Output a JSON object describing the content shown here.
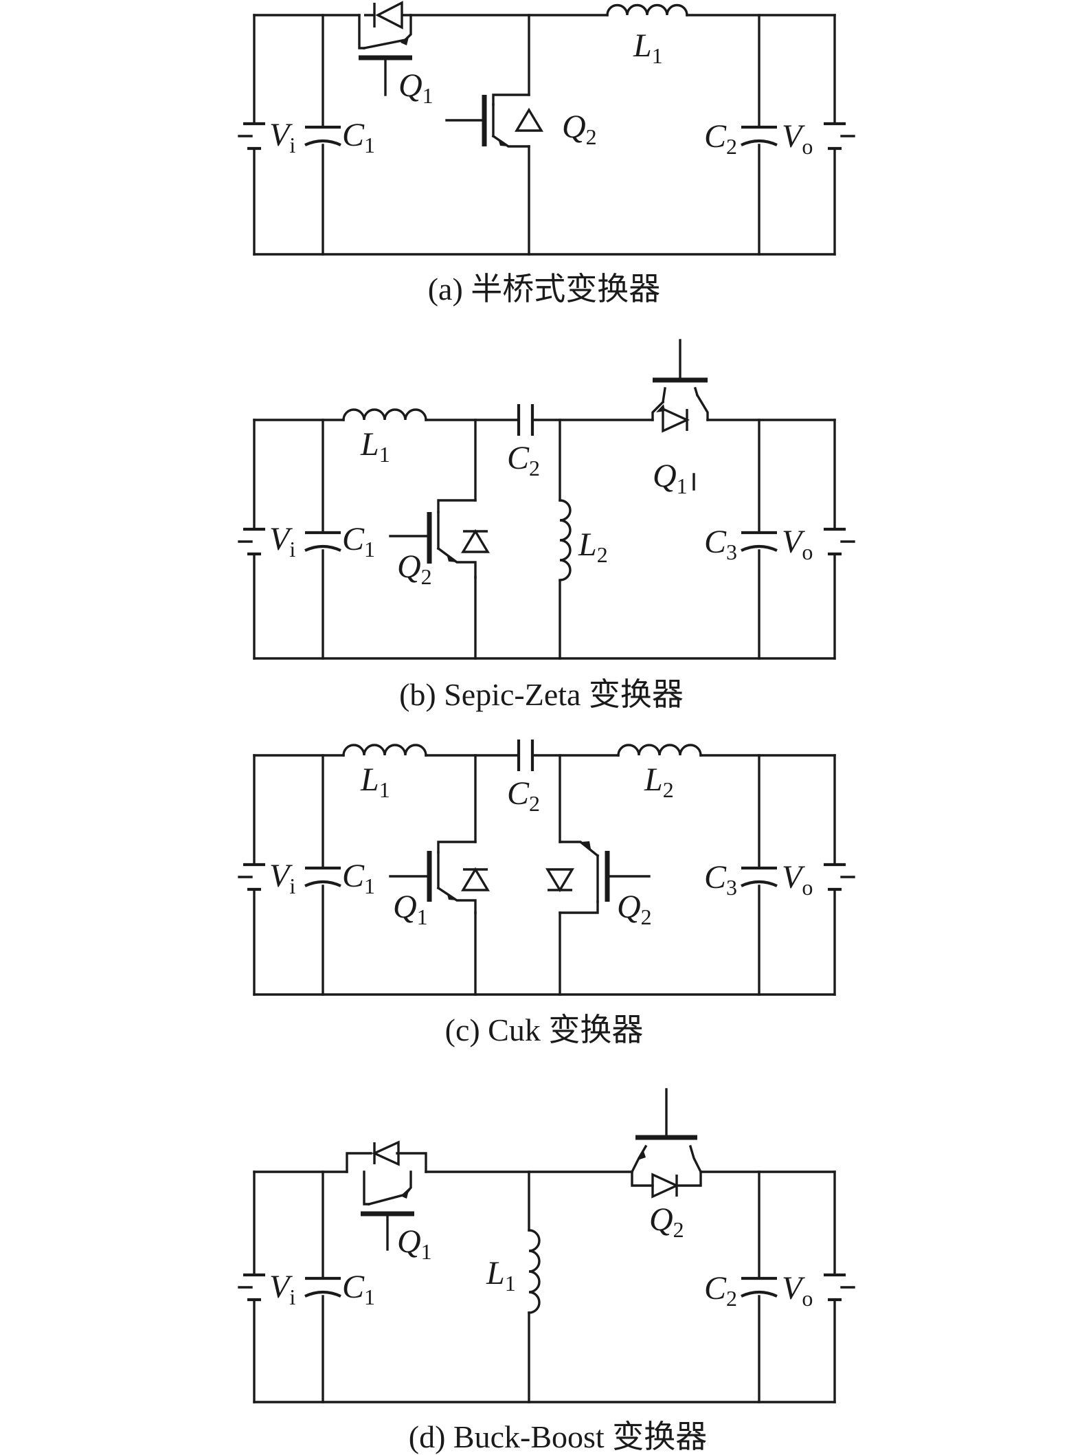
{
  "panels": [
    {
      "caption": "(a) 半桥式变换器",
      "labels": {
        "vi": {
          "main": "V",
          "sub": "i"
        },
        "c1": {
          "main": "C",
          "sub": "1"
        },
        "q1": {
          "main": "Q",
          "sub": "1"
        },
        "q2": {
          "main": "Q",
          "sub": "2"
        },
        "l1": {
          "main": "L",
          "sub": "1"
        },
        "c2": {
          "main": "C",
          "sub": "2"
        },
        "vo": {
          "main": "V",
          "sub": "o"
        }
      }
    },
    {
      "caption": "(b) Sepic-Zeta 变换器",
      "labels": {
        "vi": {
          "main": "V",
          "sub": "i"
        },
        "c1": {
          "main": "C",
          "sub": "1"
        },
        "l1": {
          "main": "L",
          "sub": "1"
        },
        "q2": {
          "main": "Q",
          "sub": "2"
        },
        "c2": {
          "main": "C",
          "sub": "2"
        },
        "l2": {
          "main": "L",
          "sub": "2"
        },
        "q1": {
          "main": "Q",
          "sub": "1"
        },
        "c3": {
          "main": "C",
          "sub": "3"
        },
        "vo": {
          "main": "V",
          "sub": "o"
        }
      }
    },
    {
      "caption": "(c) Cuk 变换器",
      "labels": {
        "vi": {
          "main": "V",
          "sub": "i"
        },
        "c1": {
          "main": "C",
          "sub": "1"
        },
        "l1": {
          "main": "L",
          "sub": "1"
        },
        "q1": {
          "main": "Q",
          "sub": "1"
        },
        "c2": {
          "main": "C",
          "sub": "2"
        },
        "l2": {
          "main": "L",
          "sub": "2"
        },
        "q2": {
          "main": "Q",
          "sub": "2"
        },
        "c3": {
          "main": "C",
          "sub": "3"
        },
        "vo": {
          "main": "V",
          "sub": "o"
        }
      }
    },
    {
      "caption": "(d) Buck-Boost 变换器",
      "labels": {
        "vi": {
          "main": "V",
          "sub": "i"
        },
        "c1": {
          "main": "C",
          "sub": "1"
        },
        "q1": {
          "main": "Q",
          "sub": "1"
        },
        "l1": {
          "main": "L",
          "sub": "1"
        },
        "q2": {
          "main": "Q",
          "sub": "2"
        },
        "c2": {
          "main": "C",
          "sub": "2"
        },
        "vo": {
          "main": "V",
          "sub": "o"
        }
      }
    }
  ]
}
